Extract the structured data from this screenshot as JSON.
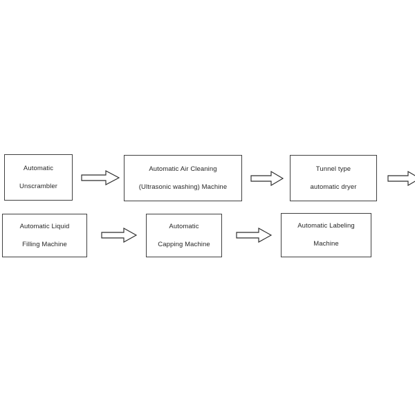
{
  "diagram": {
    "type": "process-flow",
    "title": "",
    "background_color": "#ffffff",
    "box_border_color": "#3f3f3f",
    "text_color": "#262626",
    "arrow_fill_color": "#ffffff",
    "arrow_stroke_color": "#2b2b2b",
    "rows": [
      {
        "id": "row-1",
        "nodes": [
          {
            "id": "node-automatic-unscrambler",
            "lines": [
              "Automatic",
              "Unscrambler"
            ]
          },
          {
            "id": "node-automatic-air-cleaning",
            "lines": [
              "Automatic Air Cleaning",
              "(Ultrasonic washing) Machine"
            ]
          },
          {
            "id": "node-tunnel-type-automatic-dryer",
            "lines": [
              "Tunnel type",
              "automatic dryer"
            ]
          }
        ],
        "connectors": [
          {
            "id": "arrow-unscrambler-to-air-cleaning",
            "direction": "right"
          },
          {
            "id": "arrow-air-cleaning-to-dryer",
            "direction": "right"
          },
          {
            "id": "arrow-dryer-to-next-row",
            "direction": "right"
          }
        ]
      },
      {
        "id": "row-2",
        "nodes": [
          {
            "id": "node-automatic-liquid-filling-machine",
            "lines": [
              "Automatic Liquid",
              "Filling Machine"
            ]
          },
          {
            "id": "node-automatic-capping-machine",
            "lines": [
              "Automatic",
              "Capping Machine"
            ]
          },
          {
            "id": "node-automatic-labeling-machine",
            "lines": [
              "Automatic Labeling",
              "Machine"
            ]
          }
        ],
        "connectors": [
          {
            "id": "arrow-filling-to-capping",
            "direction": "right"
          },
          {
            "id": "arrow-capping-to-labeling",
            "direction": "right"
          }
        ]
      }
    ]
  }
}
